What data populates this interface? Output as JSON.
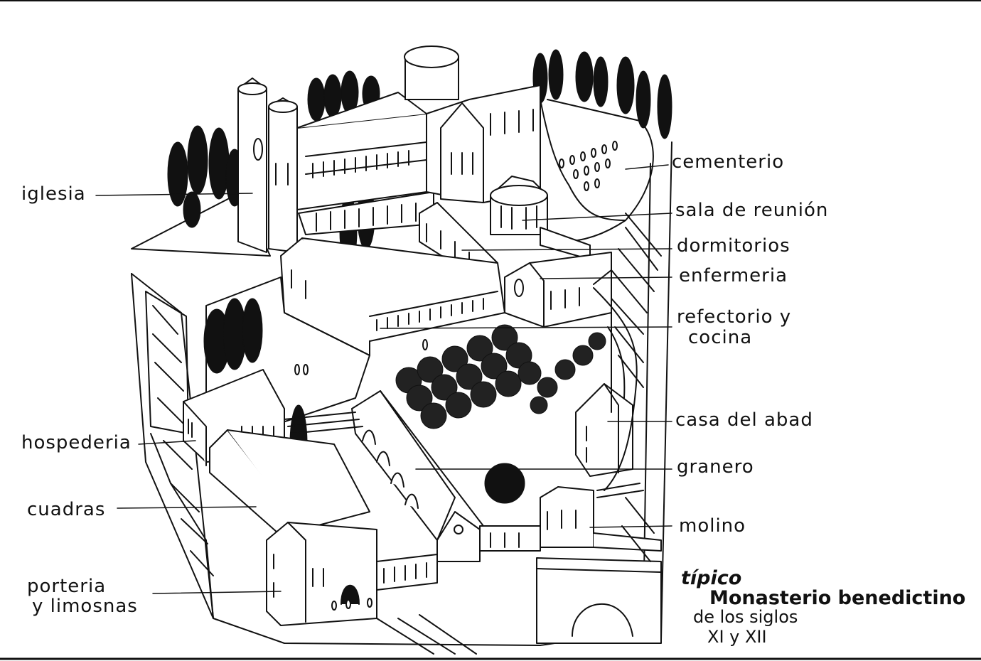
{
  "labels": {
    "iglesia": "iglesia",
    "cementerio": "cementerio",
    "sala_reunion": "sala de reunión",
    "dormitorios": "dormitorios",
    "enfermeria": "enfermeria",
    "refectorio_1": "refectorio y",
    "refectorio_2": "cocina",
    "casa_abad": "casa del abad",
    "granero": "granero",
    "molino": "molino",
    "hospederia": "hospederia",
    "cuadras": "cuadras",
    "porteria_1": "porteria",
    "porteria_2": "y limosnas"
  },
  "title": {
    "line1": "típico",
    "line2": "Monasterio benedictino",
    "line3": "de los siglos",
    "line4": "XI y XII"
  },
  "colors": {
    "ink": "#111111",
    "paper": "#ffffff"
  }
}
